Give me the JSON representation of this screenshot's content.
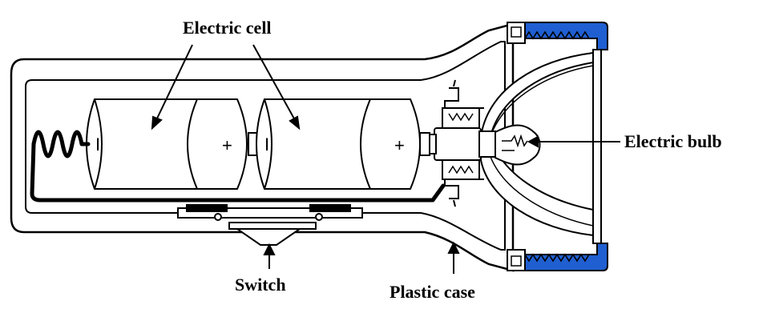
{
  "labels": {
    "electric_cell": "Electric cell",
    "electric_bulb": "Electric bulb",
    "switch": "Switch",
    "plastic_case": "Plastic case"
  },
  "cell_symbols": {
    "positive": "+",
    "negative": "I"
  },
  "colors": {
    "cap": "#1f5fd1",
    "outline": "#000000",
    "fill": "#ffffff"
  }
}
